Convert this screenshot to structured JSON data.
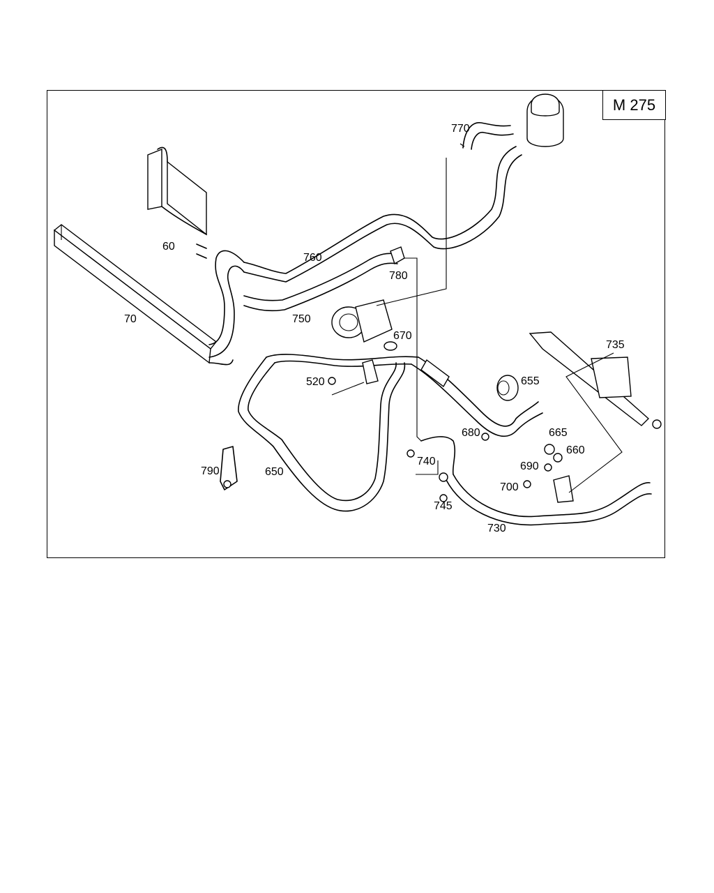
{
  "diagram": {
    "model_badge": "M 275",
    "callouts": {
      "c60": "60",
      "c70": "70",
      "c520": "520",
      "c650": "650",
      "c655": "655",
      "c660": "660",
      "c665": "665",
      "c670": "670",
      "c680": "680",
      "c690": "690",
      "c700": "700",
      "c730": "730",
      "c735": "735",
      "c740": "740",
      "c745": "745",
      "c750": "750",
      "c760": "760",
      "c770": "770",
      "c780": "780",
      "c790": "790"
    }
  }
}
